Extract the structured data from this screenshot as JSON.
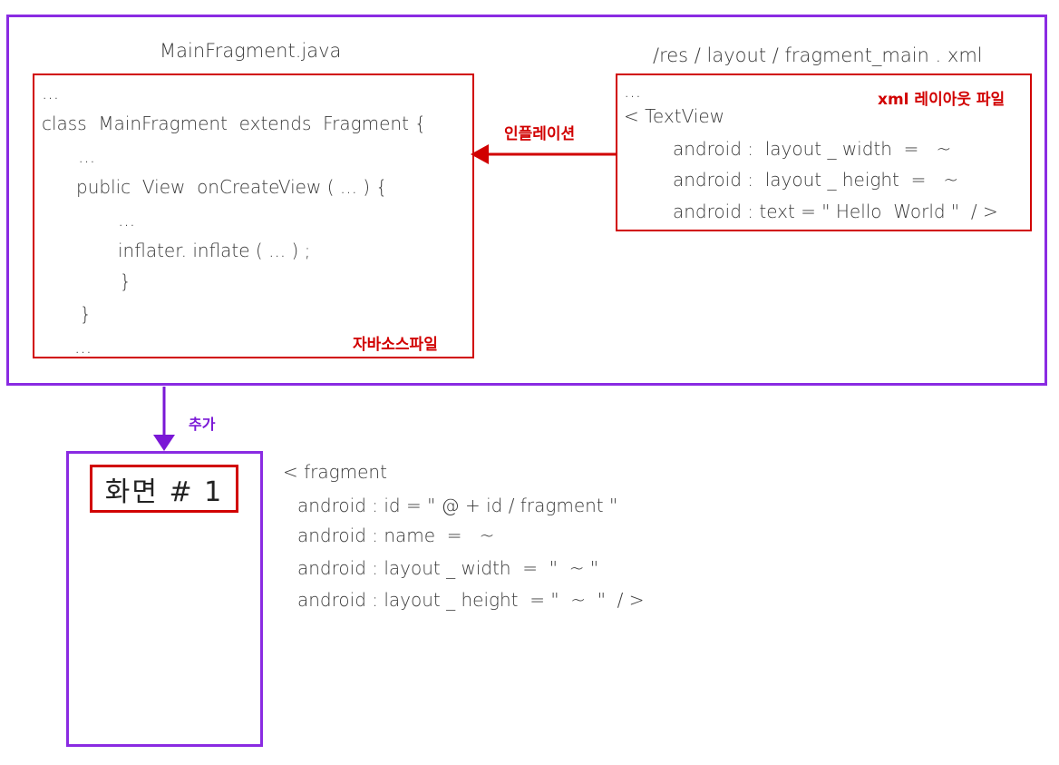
{
  "java_file": {
    "title": "MainFragment.java",
    "lines": [
      "...",
      "class  MainFragment  extends  Fragment {",
      "...",
      "public  View  onCreateView ( ... ) {",
      "...",
      "inflater. inflate ( ... ) ;",
      "}",
      "}",
      "..."
    ],
    "tag": "자바소스파일"
  },
  "xml_file": {
    "title": "/res / layout / fragment_main . xml",
    "tag": "xml 레이아웃 파일",
    "lines": [
      "...",
      "< TextView",
      "android :  layout _ width  =   ~",
      "android :  layout _ height  =   ~",
      "android : text = \" Hello  World \"  / >"
    ]
  },
  "inflation_label": "인플레이션",
  "add_label": "추가",
  "screen": {
    "title": "화면  # 1"
  },
  "fragment_xml": {
    "lines": [
      "< fragment",
      "android : id = \" @ + id / fragment \"",
      "android : name  =   ~",
      "android : layout _ width  =  \"  ~ \"",
      "android : layout _ height  = \"  ~  \"  / >"
    ]
  },
  "colors": {
    "outer_border": "#8a2be2",
    "file_border": "#d10000",
    "inflation_arrow": "#d10000",
    "add_arrow": "#7a18d6"
  }
}
